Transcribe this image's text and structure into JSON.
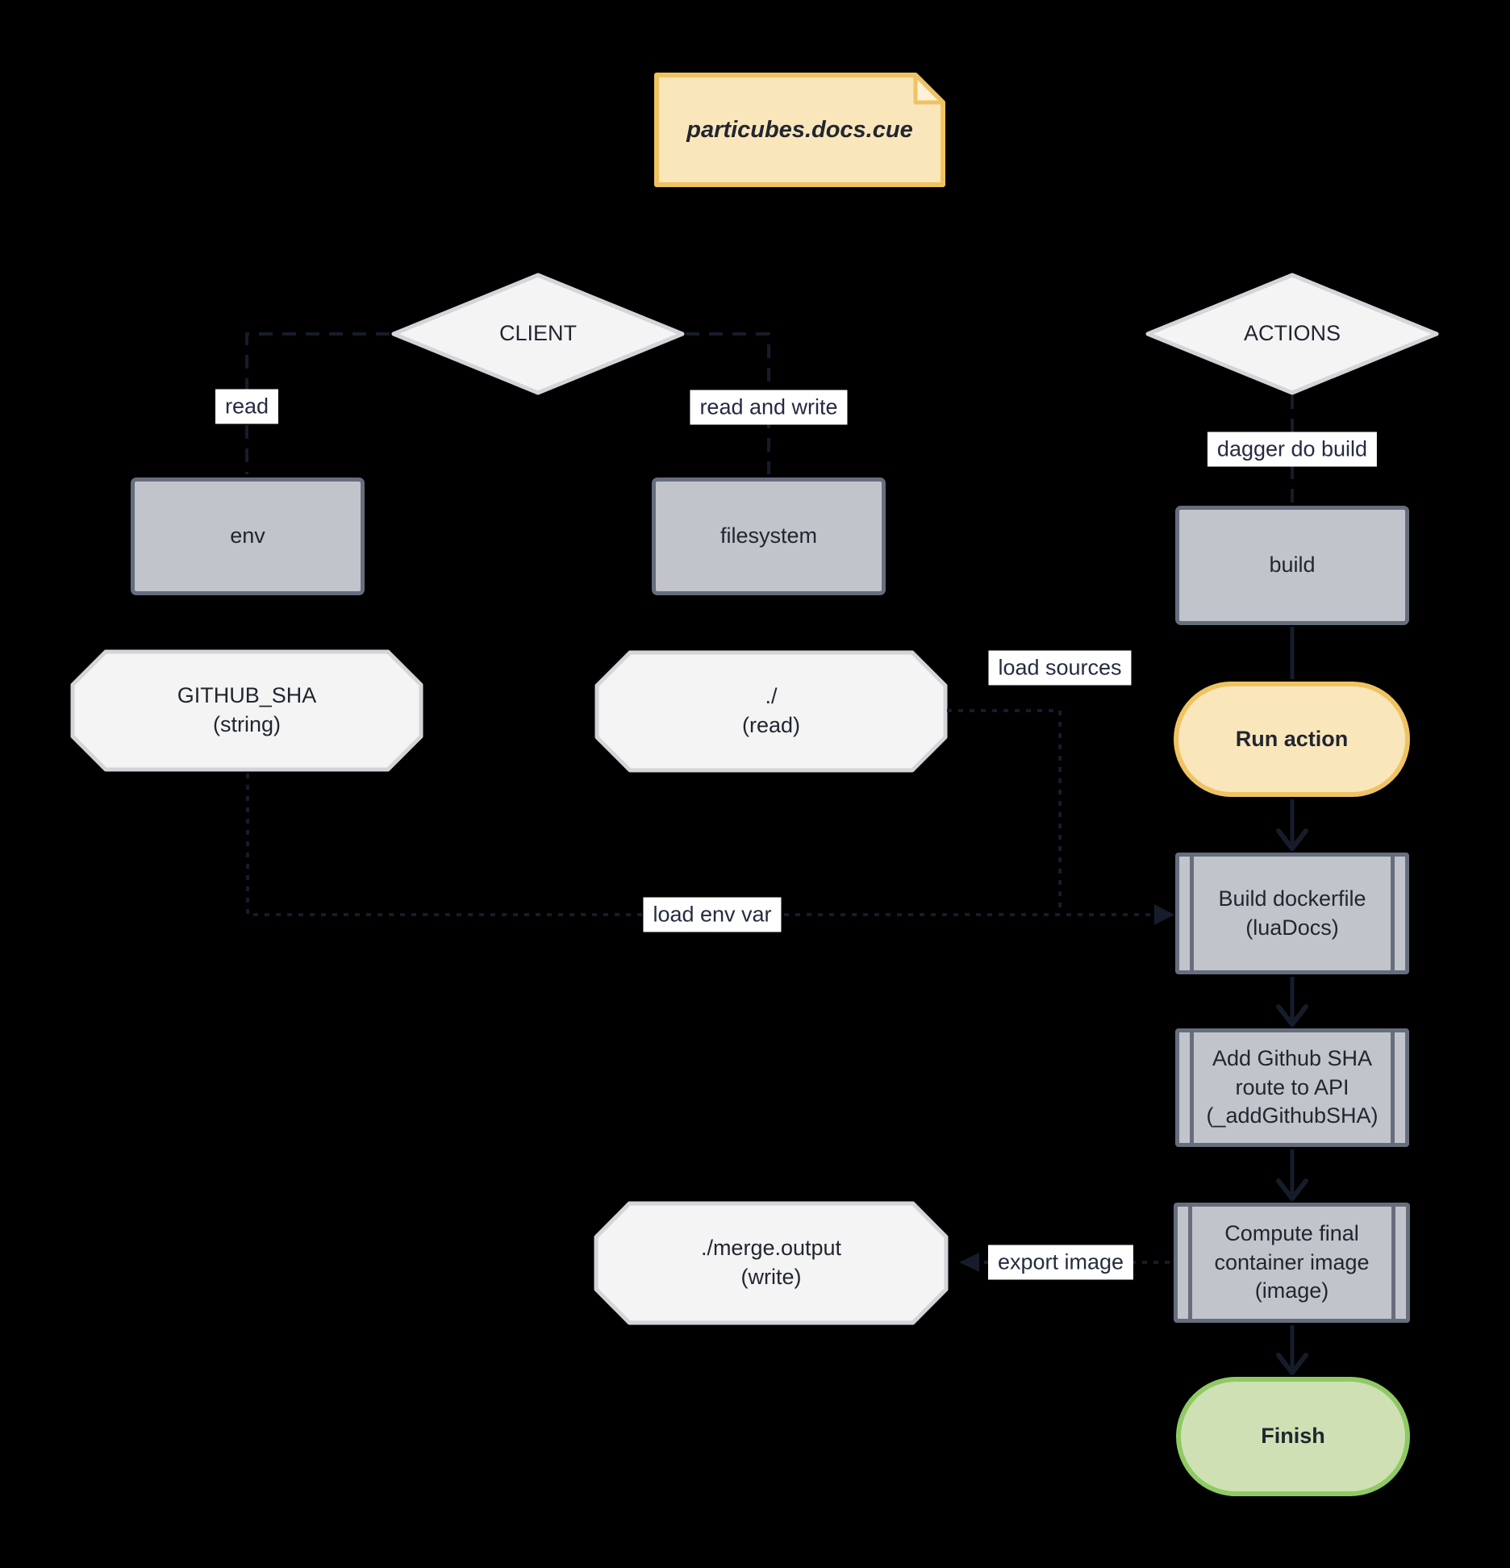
{
  "colors": {
    "background": "#000000",
    "line": "#171c2b",
    "gray_fill": "#c2c4cb",
    "gray_border": "#666e7e",
    "light_fill": "#f4f4f5",
    "light_border": "#d6d3d9",
    "yellow_fill": "#fae6bb",
    "yellow_border": "#efc362",
    "yellow_fold": "#fdf2d8",
    "green_fill": "#cfe0b4",
    "green_border": "#8fc963",
    "label_bg": "#ffffff",
    "label_text": "#252c41",
    "node_text": "#21262f"
  },
  "note": {
    "label": "particubes.docs.cue"
  },
  "diamonds": {
    "client": "CLIENT",
    "actions": "ACTIONS"
  },
  "nodes": {
    "env": "env",
    "filesystem": "filesystem",
    "build": "build",
    "github_sha": {
      "line1": "GITHUB_SHA",
      "line2": "(string)"
    },
    "dot_read": {
      "line1": "./",
      "line2": "(read)"
    },
    "merge_output": {
      "line1": "./merge.output",
      "line2": "(write)"
    },
    "run_action": "Run action",
    "build_dockerfile": {
      "line1": "Build dockerfile",
      "line2": "(luaDocs)"
    },
    "add_github_sha": {
      "line1": "Add Github SHA",
      "line2": "route to API",
      "line3": "(_addGithubSHA)"
    },
    "compute_image": {
      "line1": "Compute final",
      "line2": "container image",
      "line3": "(image)"
    },
    "finish": "Finish"
  },
  "edge_labels": {
    "read": "read",
    "read_and_write": "read and write",
    "dagger_do_build": "dagger do build",
    "load_sources": "load sources",
    "load_env_var": "load env var",
    "export_image": "export image"
  }
}
